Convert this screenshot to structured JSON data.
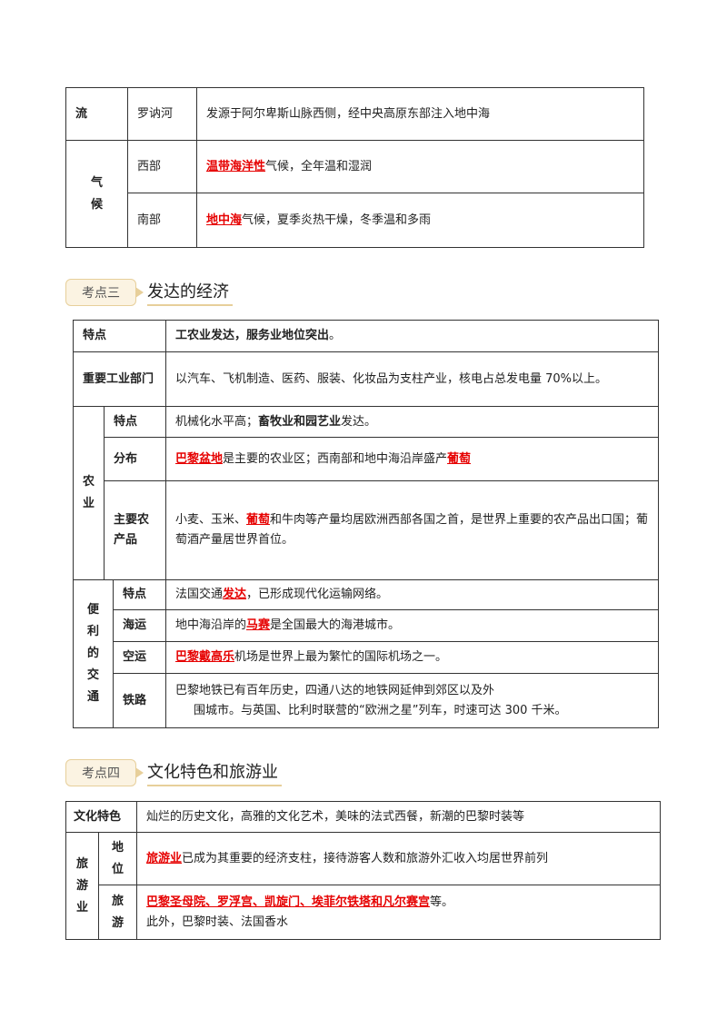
{
  "table1": {
    "river_head": "流",
    "river_name": "罗讷河",
    "river_desc": "发源于阿尔卑斯山脉西侧，经中央高原东部注入地中海",
    "climate_head": "气候",
    "west_label": "西部",
    "west_hl": "温带海洋性",
    "west_rest": "气候，全年温和湿润",
    "south_label": "南部",
    "south_hl": "地中海",
    "south_rest": "气候，夏季炎热干燥，冬季温和多雨"
  },
  "section3": {
    "tag": "考点三",
    "title": "发达的经济"
  },
  "table2": {
    "feature_label": "特点",
    "feature_text": "工农业发达，服务业地位突出",
    "feature_end": "。",
    "industry_label": "重要工业部门",
    "industry_text": "以汽车、飞机制造、医药、服装、化妆品为支柱产业，核电占总发电量 70%以上。",
    "agri_head": "农业",
    "agri_feat_label": "特点",
    "agri_feat_pre": "机械化水平高；",
    "agri_feat_bold": "畜牧业和园艺业",
    "agri_feat_post": "发达。",
    "agri_dist_label": "分布",
    "agri_dist_hl1": "巴黎盆地",
    "agri_dist_mid": "是主要的农业区；西南部和地中海沿岸盛产",
    "agri_dist_hl2": "葡萄",
    "agri_prod_label": "主要农产品",
    "agri_prod_pre": "小麦、玉米、",
    "agri_prod_hl": "葡萄",
    "agri_prod_post": "和牛肉等产量均居欧洲西部各国之首，是世界上重要的农产品出口国；葡萄酒产量居世界首位。",
    "trans_head": "便利的交通",
    "trans_feat_label": "特点",
    "trans_feat_pre": "法国交通",
    "trans_feat_hl": "发达",
    "trans_feat_post": "，已形成现代化运输网络。",
    "sea_label": "海运",
    "sea_pre": "地中海沿岸的",
    "sea_hl": "马赛",
    "sea_post": "是全国最大的海港城市。",
    "air_label": "空运",
    "air_hl": "巴黎戴高乐",
    "air_post": "机场是世界上最为繁忙的国际机场之一。",
    "rail_label": "铁路",
    "rail_line1": "巴黎地铁已有百年历史，四通八达的地铁网延伸到郊区以及外",
    "rail_line2": "围城市。与英国、比利时联营的“欧洲之星”列车，时速可达 300 千米。"
  },
  "section4": {
    "tag": "考点四",
    "title": "文化特色和旅游业"
  },
  "table3": {
    "culture_label": "文化特色",
    "culture_text": "灿烂的历史文化，高雅的文化艺术，美味的法式西餐，新潮的巴黎时装等",
    "tourism_head": "旅游业",
    "status_label": "地位",
    "status_hl": "旅游业",
    "status_post": "已成为其重要的经济支柱，接待游客人数和旅游外汇收入均居世界前列",
    "tour_label": "旅游",
    "tour_hl": "巴黎圣母院、罗浮宫、凯旋门、埃菲尔铁塔和凡尔赛宫",
    "tour_post": "等。",
    "tour_line2": "此外，巴黎时装、法国香水"
  }
}
